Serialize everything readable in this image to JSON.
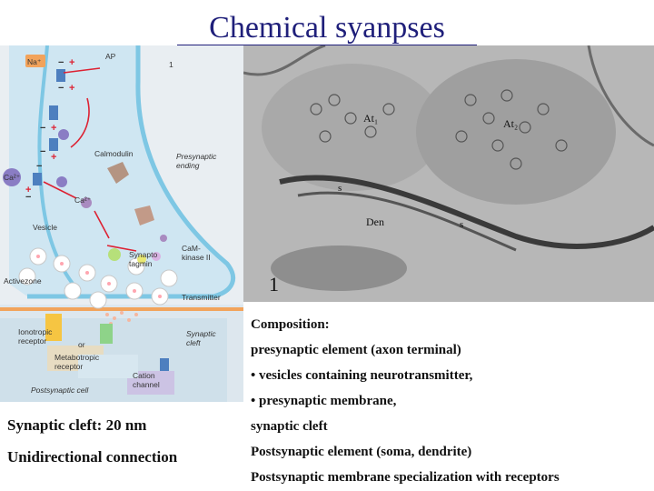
{
  "title": "Chemical syanpses",
  "diagram": {
    "labels": {
      "na": "Na⁺",
      "ap": "AP",
      "panel": "1",
      "calmodulin": "Calmodulin",
      "presynaptic_ending": [
        "Presynaptic",
        "ending"
      ],
      "ca_ext": "Ca²⁺",
      "ca_int": "Ca²⁺",
      "vesicle": "Vesicle",
      "camkinase": [
        "CaM-",
        "kinase II"
      ],
      "synaptotagmin": [
        "Synapto",
        "tagmin"
      ],
      "active_zone": "Activezone",
      "transmitter": "Transmitter",
      "ionotropic": [
        "Ionotropic",
        "receptor"
      ],
      "or": "or",
      "synaptic_cleft": [
        "Synaptic",
        "cleft"
      ],
      "metabotropic": [
        "Metabotropic",
        "receptor"
      ],
      "cation_channel": [
        "Cation",
        "channel"
      ],
      "postsynaptic_cell": "Postsynaptic cell"
    }
  },
  "micrograph": {
    "labels": {
      "at1": "At₁",
      "at2": "At₂",
      "den": "Den",
      "s1": "s",
      "s2": "s",
      "panel": "1"
    }
  },
  "side": {
    "cleft": "Synaptic cleft: 20 nm",
    "connection": "Unidirectional connection"
  },
  "composition": {
    "heading": "Composition:",
    "lines": [
      "presynaptic element (axon terminal)",
      "• vesicles containing neurotransmitter,",
      "• presynaptic membrane,",
      "synaptic cleft",
      "Postsynaptic element (soma, dendrite)",
      "Postsynaptic  membrane specialization with receptors"
    ]
  }
}
